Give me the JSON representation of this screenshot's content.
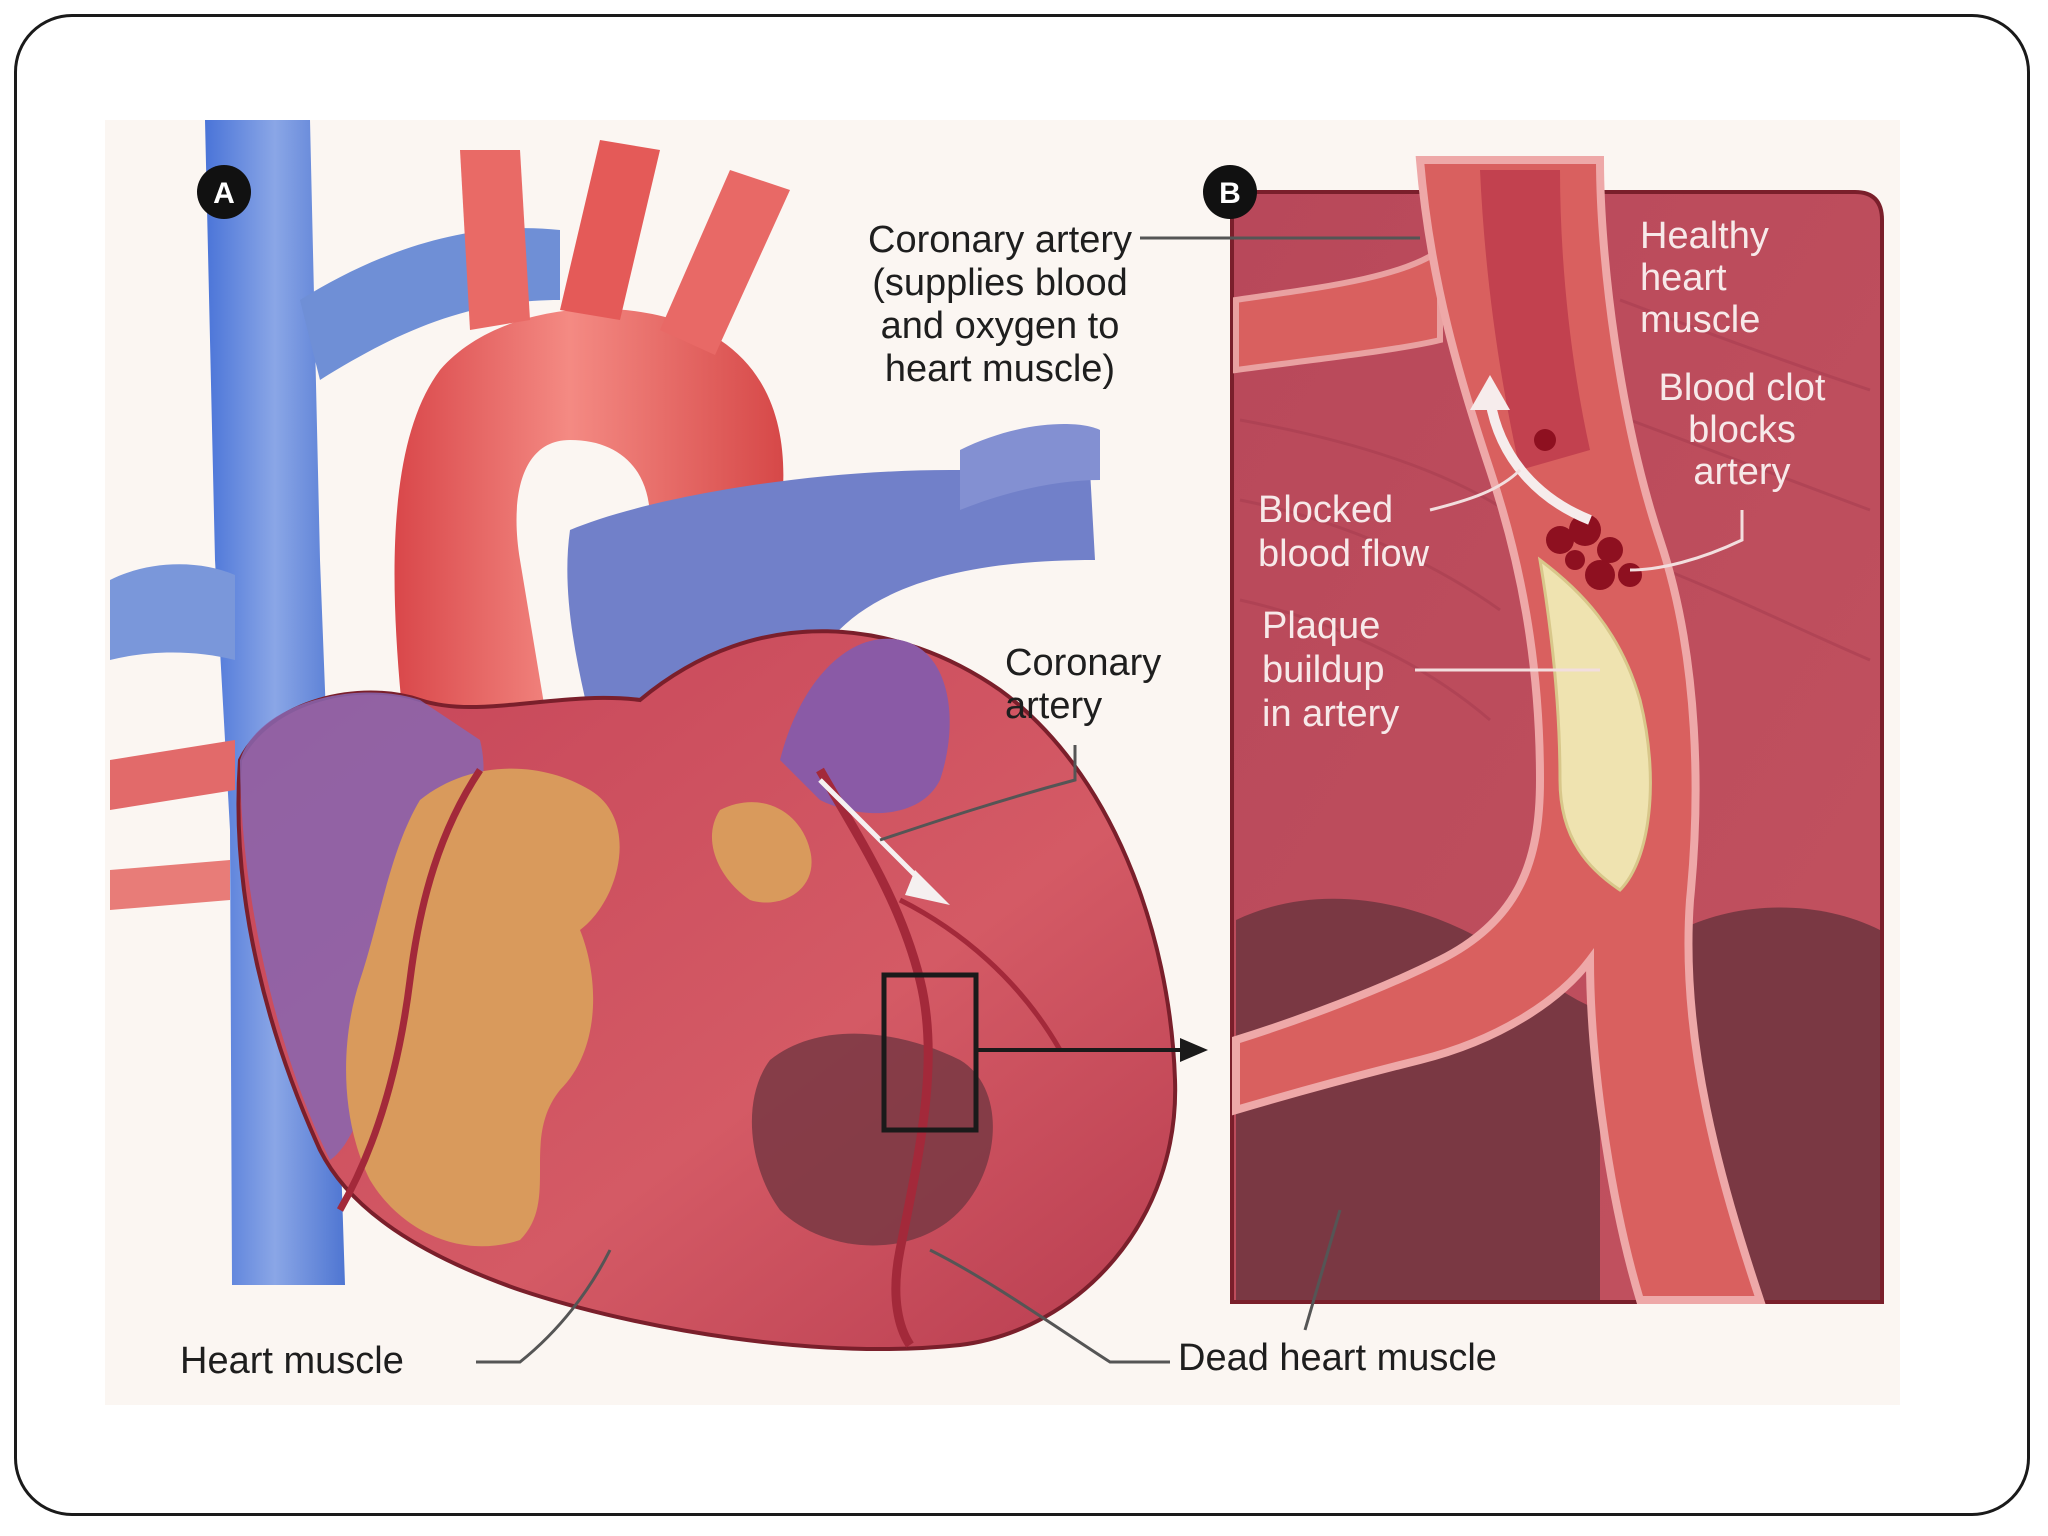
{
  "panel_a": {
    "badge": "A",
    "label_coronary_artery_top": [
      "Coronary artery",
      "(supplies blood",
      "and oxygen to",
      "heart muscle)"
    ],
    "label_coronary_artery_mid": [
      "Coronary",
      "artery"
    ],
    "label_heart_muscle": "Heart muscle",
    "label_dead_heart_muscle": "Dead heart muscle"
  },
  "panel_b": {
    "badge": "B",
    "label_healthy": [
      "Healthy",
      "heart",
      "muscle"
    ],
    "label_clot": [
      "Blood clot",
      "blocks",
      "artery"
    ],
    "label_blocked": [
      "Blocked",
      "blood flow"
    ],
    "label_plaque": [
      "Plaque",
      "buildup",
      "in artery"
    ]
  },
  "colors": {
    "vein_blue": "#6f8fd6",
    "aorta_red": "#e8615f",
    "muscle": "#c9505c",
    "dead_muscle": "#7d3a45",
    "plaque": "#efe3b0",
    "fat": "#d99a5c",
    "outline": "#7a1f2b"
  }
}
